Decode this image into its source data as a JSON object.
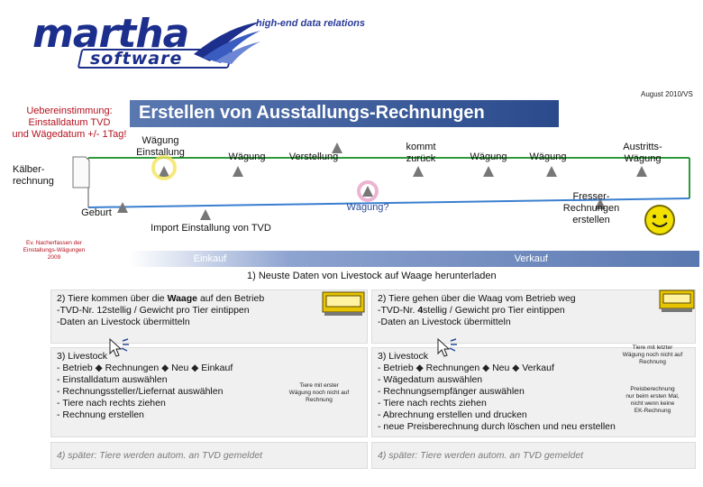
{
  "logo": {
    "word1": "martha",
    "word2": "software",
    "tagline": "high-end data relations"
  },
  "date": "August 2010/VS",
  "note_left": {
    "line1": "Uebereinstimmung:",
    "line2": "Einstalldatum TVD",
    "line3": "und Wägedatum +/- 1Tag!"
  },
  "title": "Erstellen von Ausstallungs-Rechnungen",
  "kaelber": {
    "line1": "Kälber-",
    "line2": "rechnung"
  },
  "timeline": {
    "waegung_einstallung": {
      "line1": "Wägung",
      "line2": "Einstallung"
    },
    "waegung1": "Wägung",
    "verstellung": "Verstellung",
    "kommt_zurueck": {
      "line1": "kommt",
      "line2": "zurück"
    },
    "waegung2": "Wägung",
    "waegung3": "Wägung",
    "austritts": {
      "line1": "Austritts-",
      "line2": "Wägung"
    },
    "geburt": "Geburt",
    "waegung_q": "Wägung?",
    "import": "Import Einstallung von TVD",
    "fresser": {
      "line1": "Fresser-",
      "line2": "Rechnungen",
      "line3": "erstellen"
    },
    "nacherfassen": {
      "line1": "Ev. Nacherfassen der",
      "line2": "Einstallungs-Wägungen",
      "line3": "2009"
    }
  },
  "phases": {
    "einkauf": "Einkauf",
    "verkauf": "Verkauf"
  },
  "step1": "1) Neuste Daten von Livestock auf Waage herunterladen",
  "left": {
    "step2": [
      "2) Tiere kommen über die ",
      "Waage",
      " auf den Betrieb",
      "-TVD-Nr. 12stellig / Gewicht pro Tier eintippen",
      "-Daten an Livestock übermitteln"
    ],
    "step3_title": "3) Livestock",
    "step3_path": [
      "- Betrieb ",
      "◆",
      " Rechnungen ",
      "◆",
      " Neu ",
      "◆",
      " Einkauf"
    ],
    "step3_lines": [
      "- Einstalldatum auswählen",
      "- Rechnungssteller/Liefernat auswählen",
      "- Tiere nach rechts ziehen",
      "- Rechnung erstellen"
    ],
    "note": {
      "line1": "Tiere mit erster",
      "line2": "Wägung noch nicht auf",
      "line3": "Rechnung"
    },
    "step4": "4) später: Tiere werden autom. an TVD gemeldet"
  },
  "right": {
    "step2": [
      "2) Tiere gehen über die Waag vom Betrieb weg",
      "-TVD-Nr. ",
      "4",
      "stellig / Gewicht pro Tier eintippen",
      "-Daten an Livestock übermitteln"
    ],
    "step3_title": "3) Livestock",
    "step3_path": [
      "- Betrieb ",
      "◆",
      " Rechnungen ",
      "◆",
      " Neu ",
      "◆",
      " Verkauf"
    ],
    "step3_lines": [
      "- Wägedatum auswählen",
      "- Rechnungsempfänger auswählen",
      "- Tiere nach rechts ziehen",
      "- Abrechnung erstellen und drucken",
      "- neue Preisberechnung durch löschen und neu erstellen"
    ],
    "note1": {
      "line1": "Tiere mit letzter",
      "line2": "Wägung noch nicht auf",
      "line3": "Rechnung"
    },
    "note2": {
      "line1": "Preisberechnung",
      "line2": "nur beim ersten Mal,",
      "line3": "nicht wenn keine",
      "line4": "EK-Rechnung"
    },
    "step4": "4) später: Tiere werden autom. an TVD gemeldet"
  },
  "colors": {
    "title_bar": "#2a4a8c",
    "phase_bar": "#8da3d0",
    "timeline_green": "#2e9a3a",
    "timeline_blue": "#3a7fd0",
    "note_red": "#b3121f",
    "smiley": "#f2e100"
  },
  "icons": {
    "smiley": "smiley-face-icon",
    "scale": "animal-scale-icon",
    "cursor": "click-cursor-icon",
    "document": "invoice-document-icon"
  }
}
